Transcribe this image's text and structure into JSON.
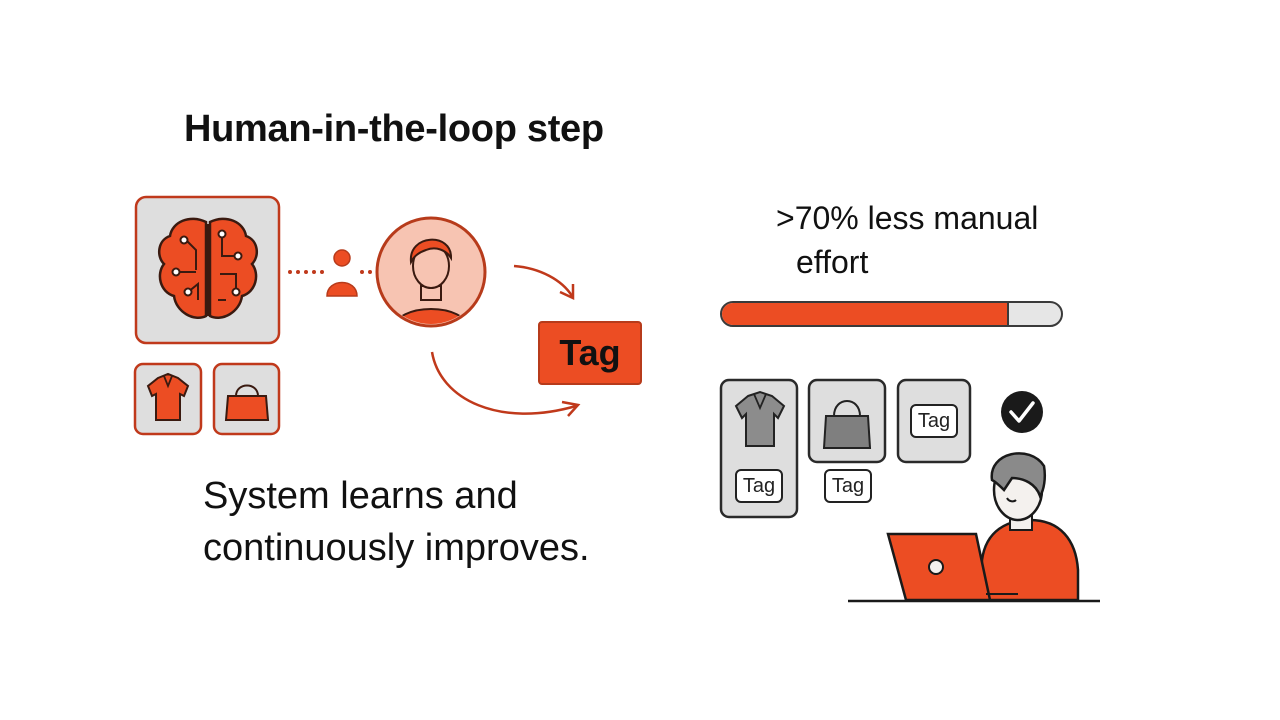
{
  "title": "Human-in-the-loop step",
  "caption": "System learns and continuously improves.",
  "stat": {
    "line1": ">70% less manual",
    "line2": "effort"
  },
  "tags": {
    "main": "Tag",
    "small1": "Tag",
    "small2": "Tag",
    "small3": "Tag"
  },
  "progress": {
    "fraction": 0.84
  },
  "colors": {
    "accent": "#ec4d23",
    "stroke": "#b73b1b",
    "panel": "#dedede"
  },
  "icons": [
    "brain-icon",
    "person-icon",
    "user-avatar-icon",
    "shirt-icon",
    "bag-icon",
    "checkmark-icon",
    "person-at-laptop-icon"
  ]
}
